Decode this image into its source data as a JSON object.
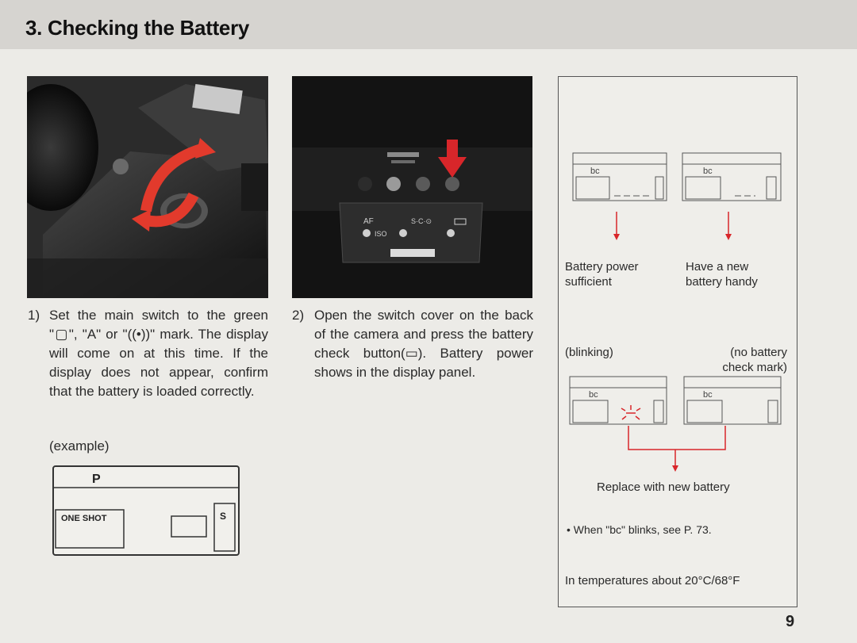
{
  "header": {
    "title": "3. Checking the Battery"
  },
  "step1": {
    "number": "1)",
    "text": "Set the main switch to the green \"▢\", \"A\" or \"((•))\" mark. The display will come on at this time. If the display does not appear, confirm that the battery is loaded correctly.",
    "example_label": "(example)",
    "panel": {
      "mode_letter": "P",
      "one_shot": "ONE SHOT",
      "s_indicator": "S"
    }
  },
  "step2": {
    "number": "2)",
    "text": "Open the switch cover on the back of the camera and press the battery check button(▭). Battery power shows in the display panel.",
    "photo_labels": {
      "af": "AF",
      "sc": "S·C·⊙",
      "iso": "ISO"
    }
  },
  "side_panel": {
    "bc_glyph": "bc",
    "label_sufficient": "Battery power sufficient",
    "label_sufficient_line1": "Battery power",
    "label_sufficient_line2": "sufficient",
    "label_handy_line1": "Have a new",
    "label_handy_line2": "battery handy",
    "blinking": "(blinking)",
    "no_mark_line1": "(no battery",
    "no_mark_line2": "check mark)",
    "replace": "Replace with new battery",
    "bullet_note": "• When \"bc\" blinks, see P. 73.",
    "temperature_note": "In temperatures about 20°C/68°F"
  },
  "page_number": "9",
  "colors": {
    "arrow_red": "#d8262a",
    "rotate_red": "#e23a2c",
    "green_lcd": "#9bd07a"
  }
}
